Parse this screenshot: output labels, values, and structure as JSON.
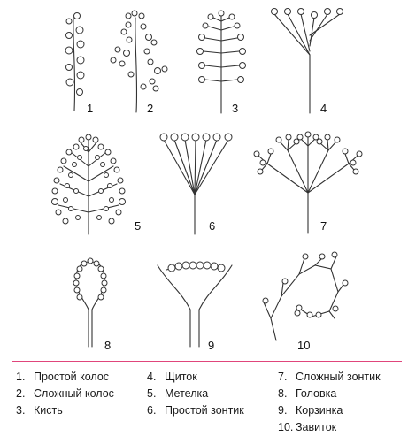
{
  "figure": {
    "labels": [
      "1",
      "2",
      "3",
      "4",
      "5",
      "6",
      "7",
      "8",
      "9",
      "10"
    ]
  },
  "legend": {
    "items": [
      {
        "num": "1.",
        "text": "Простой колос"
      },
      {
        "num": "2.",
        "text": "Сложный колос"
      },
      {
        "num": "3.",
        "text": "Кисть"
      },
      {
        "num": "4.",
        "text": "Щиток"
      },
      {
        "num": "5.",
        "text": "Метелка"
      },
      {
        "num": "6.",
        "text": "Простой зонтик"
      },
      {
        "num": "7.",
        "text": "Сложный зонтик"
      },
      {
        "num": "8.",
        "text": "Головка"
      },
      {
        "num": "9.",
        "text": "Корзинка"
      },
      {
        "num": "10.",
        "text": "Завиток"
      }
    ]
  },
  "colors": {
    "rule": "#e0457b",
    "ink": "#333333"
  }
}
